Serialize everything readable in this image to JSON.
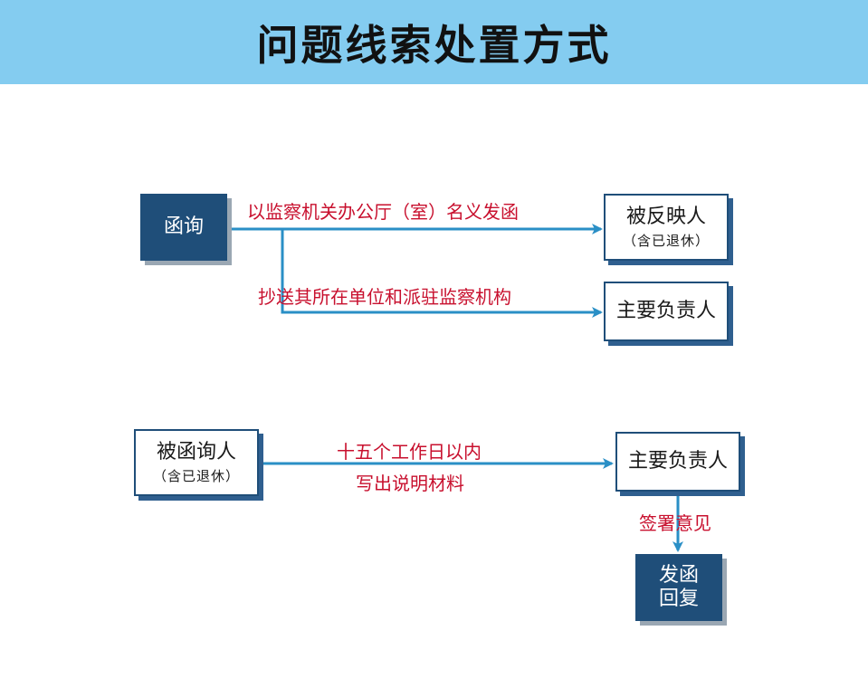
{
  "title": "问题线索处置方式",
  "flow1": {
    "start_box": "函询",
    "target_1": {
      "main": "被反映人",
      "sub": "（含已退休）"
    },
    "target_2": {
      "main": "主要负责人"
    },
    "label_1": "以监察机关办公厅（室）名义发函",
    "label_2": "抄送其所在单位和派驻监察机构"
  },
  "flow2": {
    "start_box": {
      "main": "被函询人",
      "sub": "（含已退休）"
    },
    "target_box": "主要负责人",
    "label_line_1": "十五个工作日以内",
    "label_line_2": "写出说明材料",
    "sign_label": "签署意见",
    "final_box_line_1": "发函",
    "final_box_line_2": "回复"
  },
  "colors": {
    "header_bg": "#84ccf0",
    "dark_box": "#1f4e79",
    "arrow": "#2a8fc6",
    "label_text": "#c8102e"
  }
}
